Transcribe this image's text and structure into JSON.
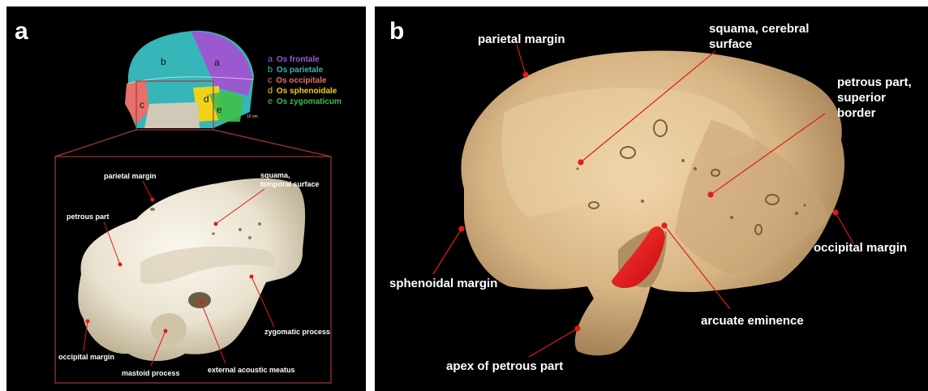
{
  "panel_a": {
    "label": "a",
    "legend": [
      {
        "letter": "a",
        "name": "Os frontale",
        "color": "#9b59d0"
      },
      {
        "letter": "b",
        "name": "Os parietale",
        "color": "#36b6b8"
      },
      {
        "letter": "c",
        "name": "Os occipitale",
        "color": "#e8706a"
      },
      {
        "letter": "d",
        "name": "Os sphenoidale",
        "color": "#f1d21a"
      },
      {
        "letter": "e",
        "name": "Os zygomaticum",
        "color": "#3fbf4a"
      }
    ],
    "skull_letters": [
      "a",
      "b",
      "c",
      "d",
      "e"
    ],
    "scale_text": "10 cm",
    "annotations": {
      "parietal_margin": "parietal margin",
      "squama_line1": "squama,",
      "squama_line2": "temporal surface",
      "petrous_part": "petrous part",
      "zygomatic_process": "zygomatic process",
      "occipital_margin": "occipital margin",
      "mastoid_process": "mastoid process",
      "external_acoustic_meatus": "external acoustic meatus"
    }
  },
  "panel_b": {
    "label": "b",
    "annotations": {
      "parietal_margin": "parietal margin",
      "squama_line1": "squama, cerebral",
      "squama_line2": "surface",
      "petrous_line1": "petrous part,",
      "petrous_line2": "superior",
      "petrous_line3": "border",
      "sphenoidal_margin": "sphenoidal margin",
      "occipital_margin": "occipital margin",
      "arcuate_eminence": "arcuate eminence",
      "apex_of_petrous_part": "apex of petrous part"
    }
  },
  "colors": {
    "leader_line": "#e01b1b",
    "highlight": "#e8191b",
    "frame": "#a8373a"
  }
}
